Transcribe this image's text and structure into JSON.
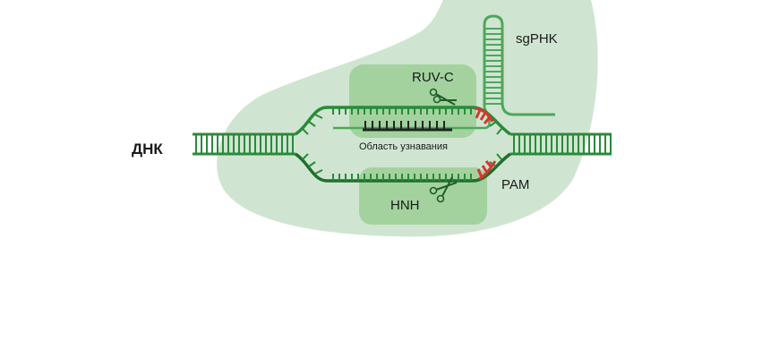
{
  "labels": {
    "dna": "ДНК",
    "sgrna": "sgPHK",
    "ruvc": "RUV-C",
    "hnh": "HNH",
    "pam": "PAM",
    "recognition_region": "Область узнавания"
  },
  "colors": {
    "protein_body": "#cfe5d1",
    "domain": "#9bcf97",
    "dna_strand": "#2a8a3a",
    "dna_dark": "#1f6e2c",
    "rna": "#4fa75a",
    "pam": "#d7362f",
    "guide": "#222222"
  }
}
